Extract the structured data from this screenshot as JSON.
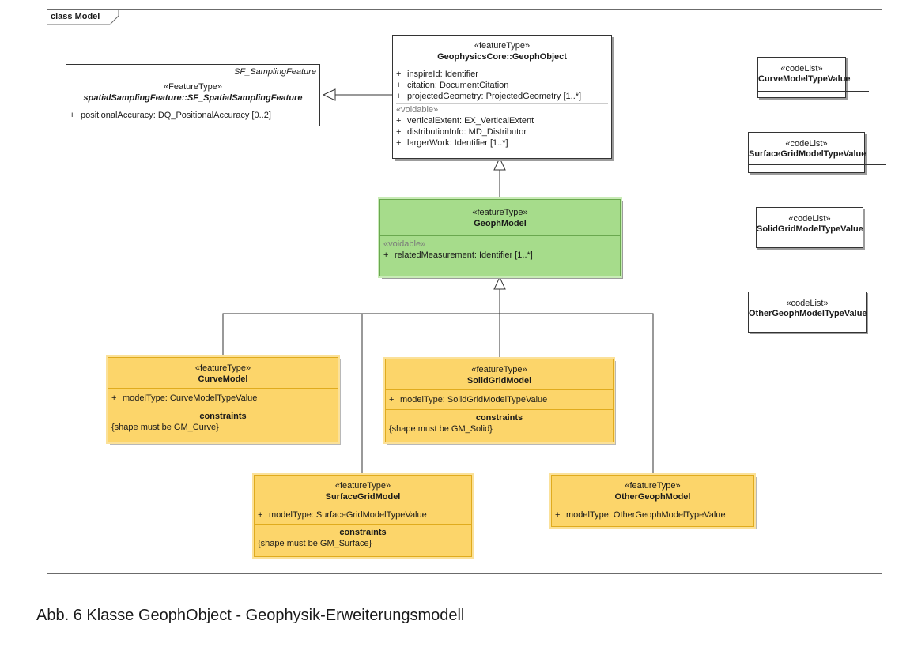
{
  "frame": {
    "title": "class Model"
  },
  "sampling": {
    "parent": "SF_SamplingFeature",
    "stereotype": "«FeatureType»",
    "name": "spatialSamplingFeature::SF_SpatialSamplingFeature",
    "attrs": [
      {
        "vis": "+",
        "text": "positionalAccuracy:  DQ_PositionalAccuracy [0..2]"
      }
    ]
  },
  "geophobject": {
    "stereotype": "«featureType»",
    "name": "GeophysicsCore::GeophObject",
    "attrs": [
      {
        "vis": "+",
        "text": "inspireId:  Identifier"
      },
      {
        "vis": "+",
        "text": "citation:  DocumentCitation"
      },
      {
        "vis": "+",
        "text": "projectedGeometry:  ProjectedGeometry [1..*]"
      }
    ],
    "voidable": "«voidable»",
    "voidable_attrs": [
      {
        "vis": "+",
        "text": "verticalExtent:  EX_VerticalExtent"
      },
      {
        "vis": "+",
        "text": "distributionInfo:  MD_Distributor"
      },
      {
        "vis": "+",
        "text": "largerWork:  Identifier [1..*]"
      }
    ]
  },
  "geophmodel": {
    "stereotype": "«featureType»",
    "name": "GeophModel",
    "voidable": "«voidable»",
    "attrs": [
      {
        "vis": "+",
        "text": "relatedMeasurement:  Identifier [1..*]"
      }
    ]
  },
  "curvemodel": {
    "stereotype": "«featureType»",
    "name": "CurveModel",
    "attr": {
      "vis": "+",
      "text": "modelType:  CurveModelTypeValue"
    },
    "constraints_title": "constraints",
    "constraint": "{shape must be GM_Curve}"
  },
  "solidgridmodel": {
    "stereotype": "«featureType»",
    "name": "SolidGridModel",
    "attr": {
      "vis": "+",
      "text": "modelType:  SolidGridModelTypeValue"
    },
    "constraints_title": "constraints",
    "constraint": "{shape must be GM_Solid}"
  },
  "surfacegridmodel": {
    "stereotype": "«featureType»",
    "name": "SurfaceGridModel",
    "attr": {
      "vis": "+",
      "text": "modelType:  SurfaceGridModelTypeValue"
    },
    "constraints_title": "constraints",
    "constraint": "{shape must be GM_Surface}"
  },
  "othergeophmodel": {
    "stereotype": "«featureType»",
    "name": "OtherGeophModel",
    "attr": {
      "vis": "+",
      "text": "modelType:  OtherGeophModelTypeValue"
    }
  },
  "codelists": [
    {
      "stereotype": "«codeList»",
      "name": "CurveModelTypeValue"
    },
    {
      "stereotype": "«codeList»",
      "name": "SurfaceGridModelTypeValue"
    },
    {
      "stereotype": "«codeList»",
      "name": "SolidGridModelTypeValue"
    },
    {
      "stereotype": "«codeList»",
      "name": "OtherGeophModelTypeValue"
    }
  ],
  "colors": {
    "green_fill": "#a6dc8b",
    "yellow_fill": "#fcd56a",
    "line": "#333333"
  },
  "caption": "Abb. 6 Klasse GeophObject - Geophysik-Erweiterungsmodell"
}
